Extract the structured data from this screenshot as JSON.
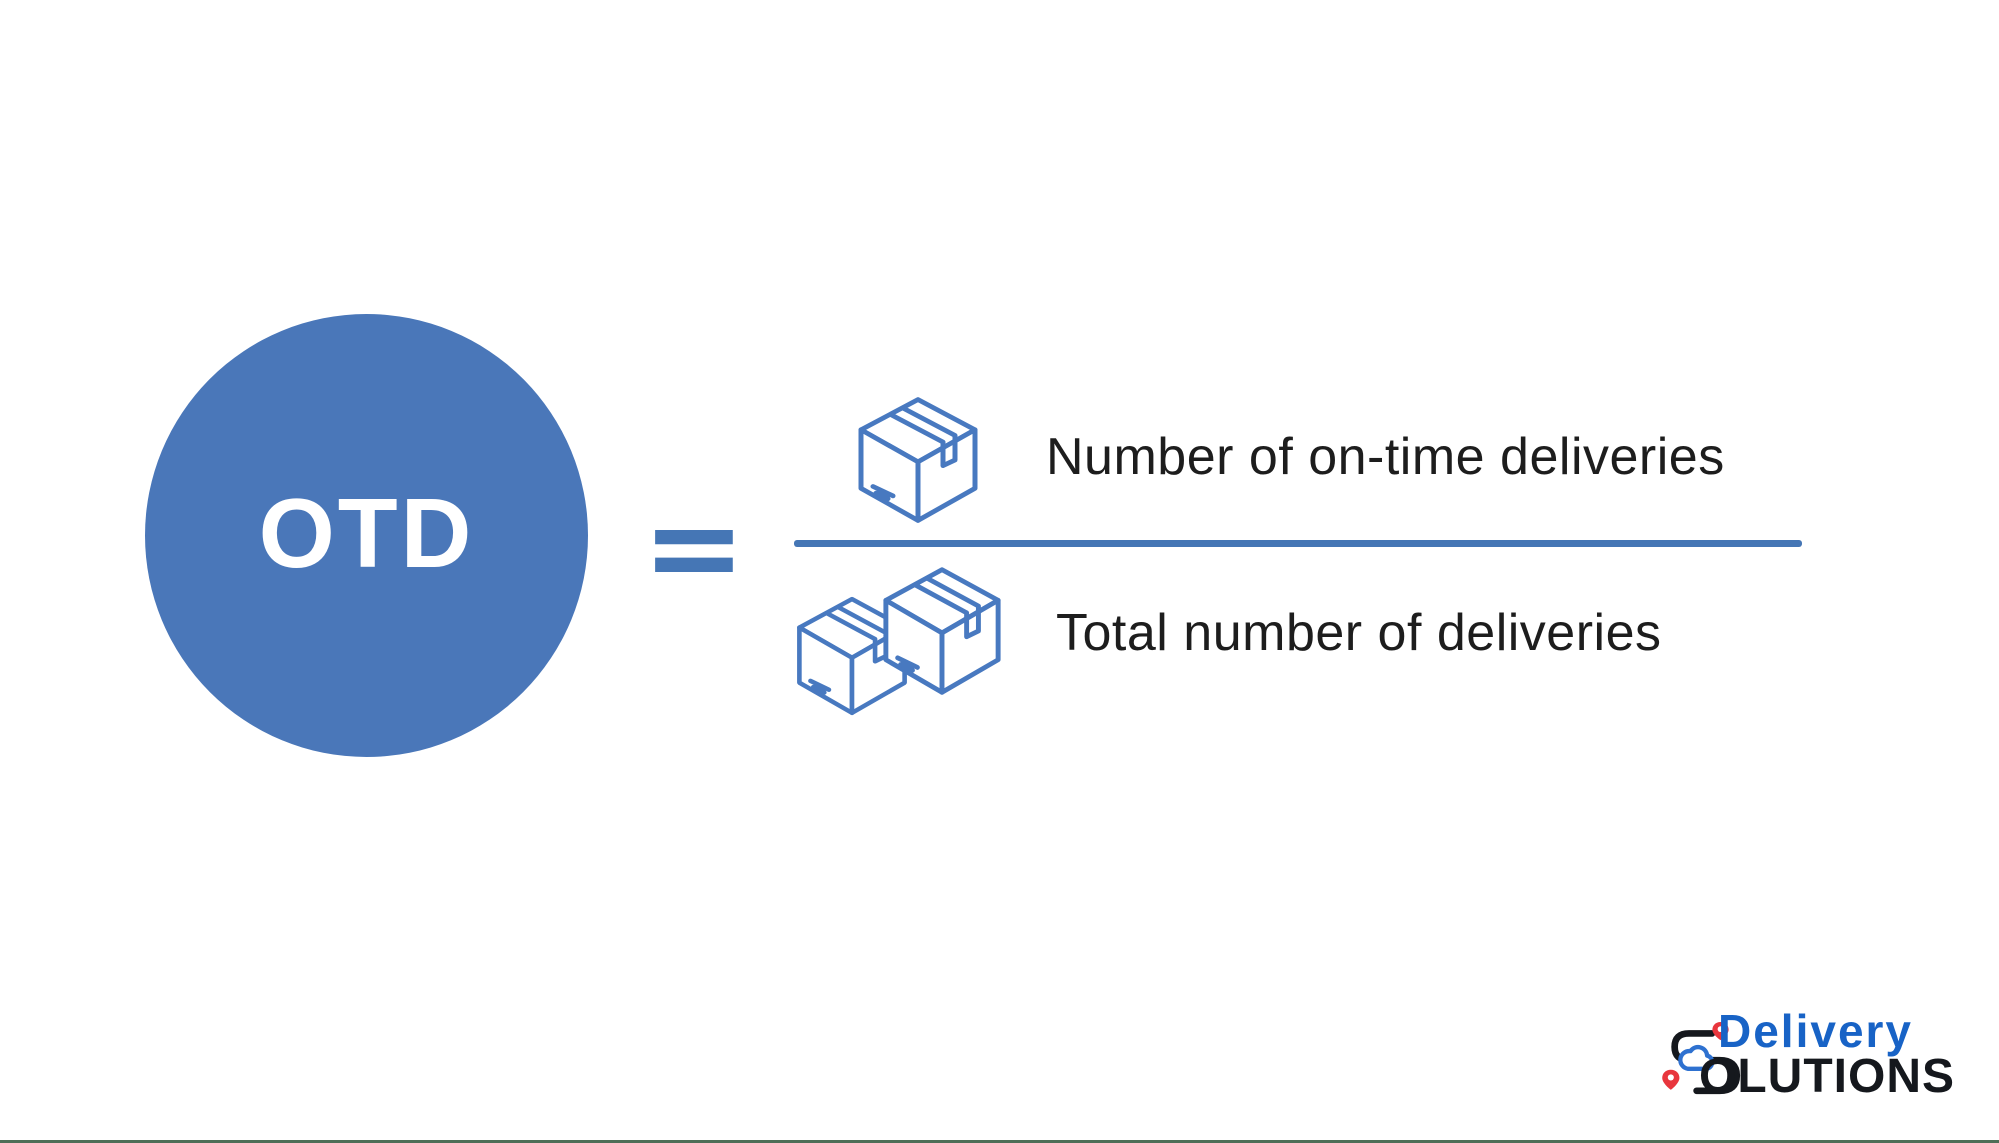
{
  "diagram": {
    "acronym": "OTD",
    "equals_symbol": "=",
    "numerator_label": "Number of on-time deliveries",
    "denominator_label": "Total number of deliveries"
  },
  "branding": {
    "name_top": "Delivery",
    "name_bottom": "OLUTIONS"
  },
  "icons": {
    "numerator": "package-icon",
    "denominator": "packages-icon",
    "logo": "delivery-route-cloud-pins-icon"
  },
  "colors": {
    "circle_fill": "#4a77b9",
    "accent_blue": "#4576b5",
    "icon_stroke_blue": "#4879c0",
    "label_text": "#1d1d1d",
    "logo_blue": "#1863c6",
    "logo_dark": "#15181d",
    "pin_red": "#e8363d",
    "cloud_blue": "#2e71d0",
    "bottom_rule": "#4e6e57"
  }
}
